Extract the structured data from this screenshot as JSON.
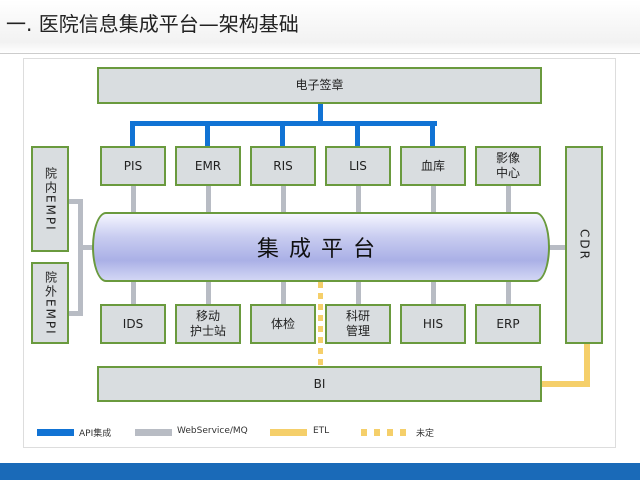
{
  "title": "一. 医院信息集成平台—架构基础",
  "top_box": "电子签章",
  "top_row": [
    "PIS",
    "EMR",
    "RIS",
    "LIS",
    "血库",
    "影像\n中心"
  ],
  "bottom_row": [
    "IDS",
    "移动\n护士站",
    "体检",
    "科研\n管理",
    "HIS",
    "ERP"
  ],
  "left": {
    "inner": "院内EMPI",
    "outer": "院外EMPI"
  },
  "right": "CDR",
  "platform": "集成平台",
  "bi": "BI",
  "legend": {
    "api": "API集成",
    "ws": "WebService/MQ",
    "etl": "ETL",
    "tbd": "未定"
  },
  "colors": {
    "api": "#1173d4",
    "ws": "#b8bcc4",
    "etl": "#f5cf6a",
    "border": "#6a9a3e",
    "footer": "#1a6ab8"
  }
}
